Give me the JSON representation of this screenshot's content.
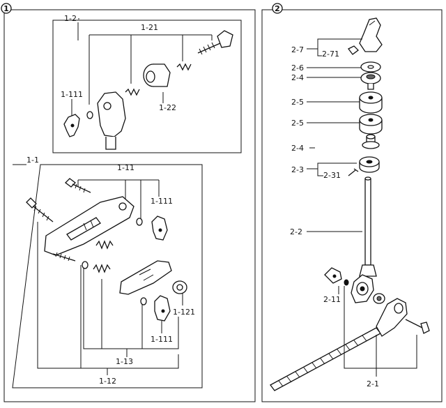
{
  "sections": [
    {
      "id": "section-1",
      "number": "1"
    },
    {
      "id": "section-2",
      "number": "2"
    }
  ],
  "labels": {
    "l1_2": "1-2",
    "l1_21": "1-21",
    "l1_111_top": "1-111",
    "l1_22": "1-22",
    "l1_1": "1-1",
    "l1_11": "1-11",
    "l1_111_right": "1-111",
    "l1_121": "1-121",
    "l1_111_bottom": "1-111",
    "l1_13": "1-13",
    "l1_12": "1-12",
    "l2_7": "2-7",
    "l2_71": "2-71",
    "l2_6": "2-6",
    "l2_4a": "2-4",
    "l2_5a": "2-5",
    "l2_5b": "2-5",
    "l2_4b": "2-4",
    "l2_3": "2-3",
    "l2_31": "2-31",
    "l2_2": "2-2",
    "l2_11": "2-11",
    "l2_1": "2-1"
  }
}
